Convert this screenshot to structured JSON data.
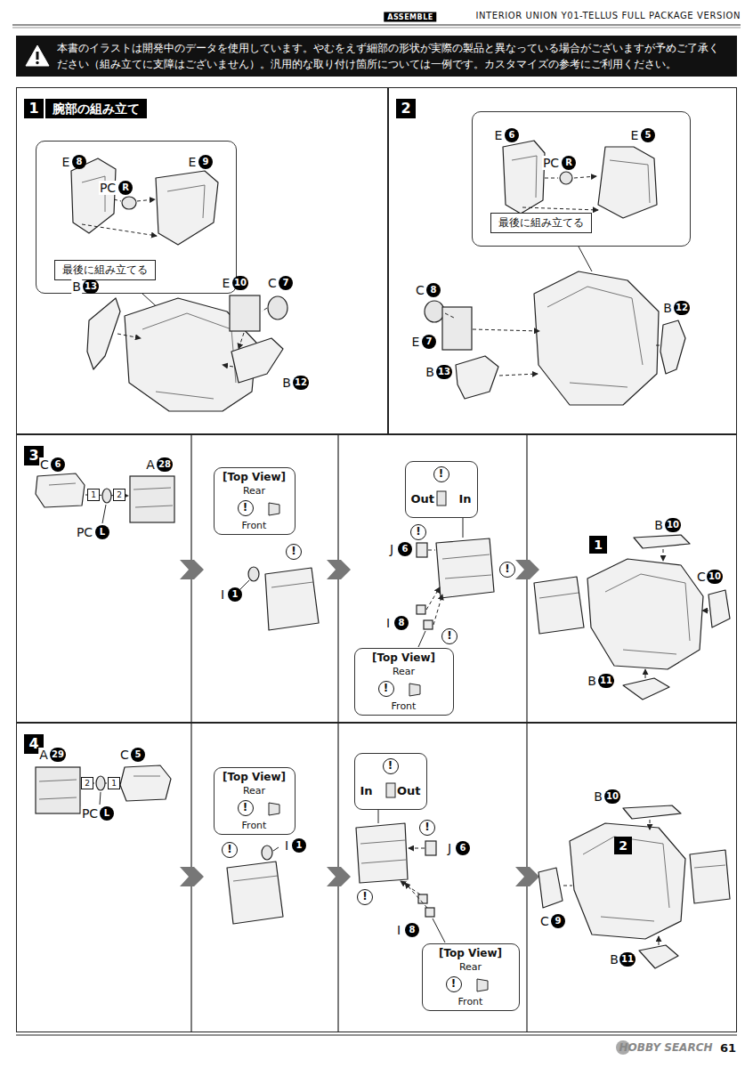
{
  "diagram": {
    "title": "INTERIOR UNION Y01-TELLUS FULL PACKAGE VERSION",
    "nodes": [
      {
        "text": [
          "本書のイラストは開発中のデータを使用しています。やむをえず細部の形状が実際の製品と異なっている場合がございますが予めご了承ください（組み立てに支障はございません）。汎用的な取り付け箇所については一例です。カスタマイズの参考にご利用ください。"
        ]
      },
      {
        "text": [
          "1",
          "腕部の組み立て"
        ]
      },
      {
        "text": [
          "最後に組み立てる"
        ],
        "in": 1
      },
      {
        "text": [
          "2"
        ]
      },
      {
        "text": [
          "最後に組み立てる"
        ],
        "in": 3
      },
      {
        "text": [
          "3"
        ]
      },
      {
        "text": [
          "[Top View]",
          "Rear",
          "!",
          "Front"
        ],
        "in": 5
      },
      {
        "text": [
          "!",
          "Out",
          "In"
        ],
        "in": 5
      },
      {
        "text": [
          "[Top View]",
          "Rear",
          "!",
          "Front"
        ],
        "in": 5
      },
      {
        "text": [
          "4"
        ]
      },
      {
        "text": [
          "[Top View]",
          "Rear",
          "!",
          "Front"
        ],
        "in": 9
      },
      {
        "text": [
          "!",
          "In",
          "Out"
        ],
        "in": 9
      },
      {
        "text": [
          "[Top View]",
          "Rear",
          "!",
          "Front"
        ],
        "in": 9
      }
    ],
    "labels": [
      "ASSEMBLE",
      "E",
      "8",
      "PC",
      "R",
      "E",
      "9",
      "B",
      "13",
      "E",
      "10",
      "C",
      "7",
      "B",
      "12",
      "E",
      "6",
      "E",
      "5",
      "PC",
      "R",
      "C",
      "8",
      "E",
      "7",
      "B",
      "13",
      "B",
      "12",
      "C",
      "6",
      "A",
      "28",
      "PC",
      "L",
      "1",
      "2",
      "I",
      "1",
      "!",
      "J",
      "6",
      "!",
      "!",
      "I",
      "8",
      "!",
      "1",
      "B",
      "10",
      "C",
      "10",
      "B",
      "11",
      "A",
      "29",
      "C",
      "5",
      "PC",
      "L",
      "2",
      "1",
      "!",
      "I",
      "1",
      "J",
      "6",
      "!",
      "!",
      "I",
      "8",
      "B",
      "10",
      "2",
      "C",
      "9",
      "B",
      "11",
      "HOBBY SEARCH",
      "61"
    ]
  }
}
